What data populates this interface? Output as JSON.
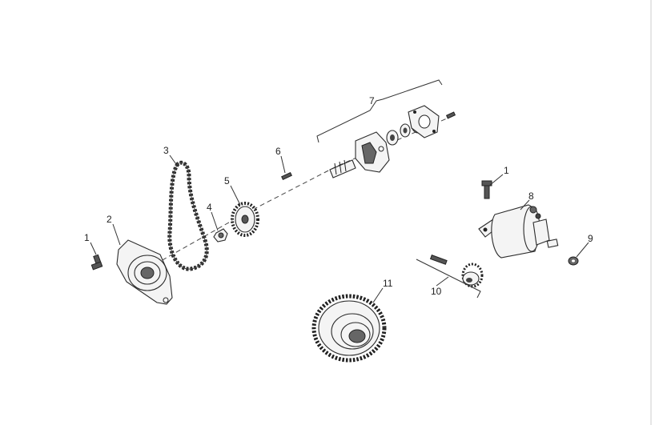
{
  "labels": {
    "p1a": "1",
    "p2": "2",
    "p3": "3",
    "p4": "4",
    "p5": "5",
    "p6": "6",
    "p7": "7",
    "p1b": "1",
    "p8": "8",
    "p9": "9",
    "p10": "10",
    "p11": "11"
  }
}
